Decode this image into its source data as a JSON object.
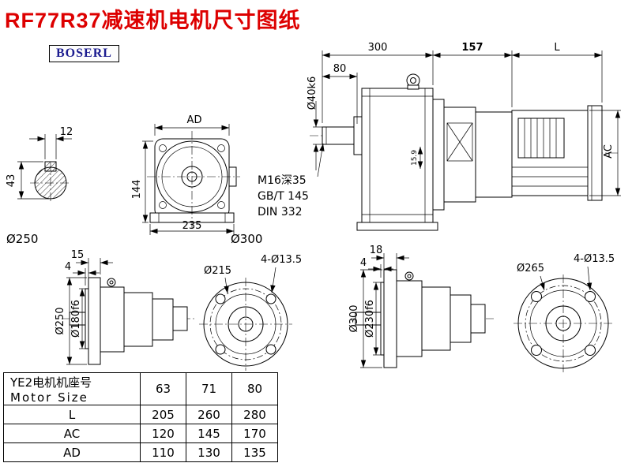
{
  "page": {
    "title": "RF77R37减速机电机尺寸图纸",
    "logo": "BOSERL"
  },
  "assembly_view": {
    "dim_length_gearbox": "300",
    "dim_length_adapter": "157",
    "dim_length_motor": "L",
    "dim_shaft_length": "80",
    "dim_shaft_dia": "Ø40k6",
    "dim_motor_height": "AC",
    "dim_key_height": "15.9",
    "note_tap": "M16深35",
    "note_gb": "GB/T 145",
    "note_din": "DIN 332"
  },
  "shaft_section": {
    "dim_key_width": "12",
    "dim_height": "43"
  },
  "front_view": {
    "dim_width": "AD",
    "dim_height": "144",
    "dim_base": "235"
  },
  "flange_labels": {
    "left": "Ø250",
    "right": "Ø300"
  },
  "flange_left": {
    "dim_thickness": "15",
    "dim_step": "4",
    "dim_outer": "Ø250",
    "dim_spigot": "Ø180f6",
    "dim_bolt_circle": "Ø215",
    "dim_holes": "4-Ø13.5"
  },
  "flange_right": {
    "dim_thickness": "18",
    "dim_step": "4",
    "dim_outer": "Ø300",
    "dim_spigot": "Ø230f6",
    "dim_bolt_circle": "Ø265",
    "dim_holes": "4-Ø13.5"
  },
  "table": {
    "header_cn": "YE2电机机座号",
    "header_en": "Motor Size",
    "columns": [
      "63",
      "71",
      "80"
    ],
    "rows": [
      {
        "label": "L",
        "values": [
          "205",
          "260",
          "280"
        ]
      },
      {
        "label": "AC",
        "values": [
          "120",
          "145",
          "170"
        ]
      },
      {
        "label": "AD",
        "values": [
          "110",
          "130",
          "135"
        ]
      }
    ]
  }
}
